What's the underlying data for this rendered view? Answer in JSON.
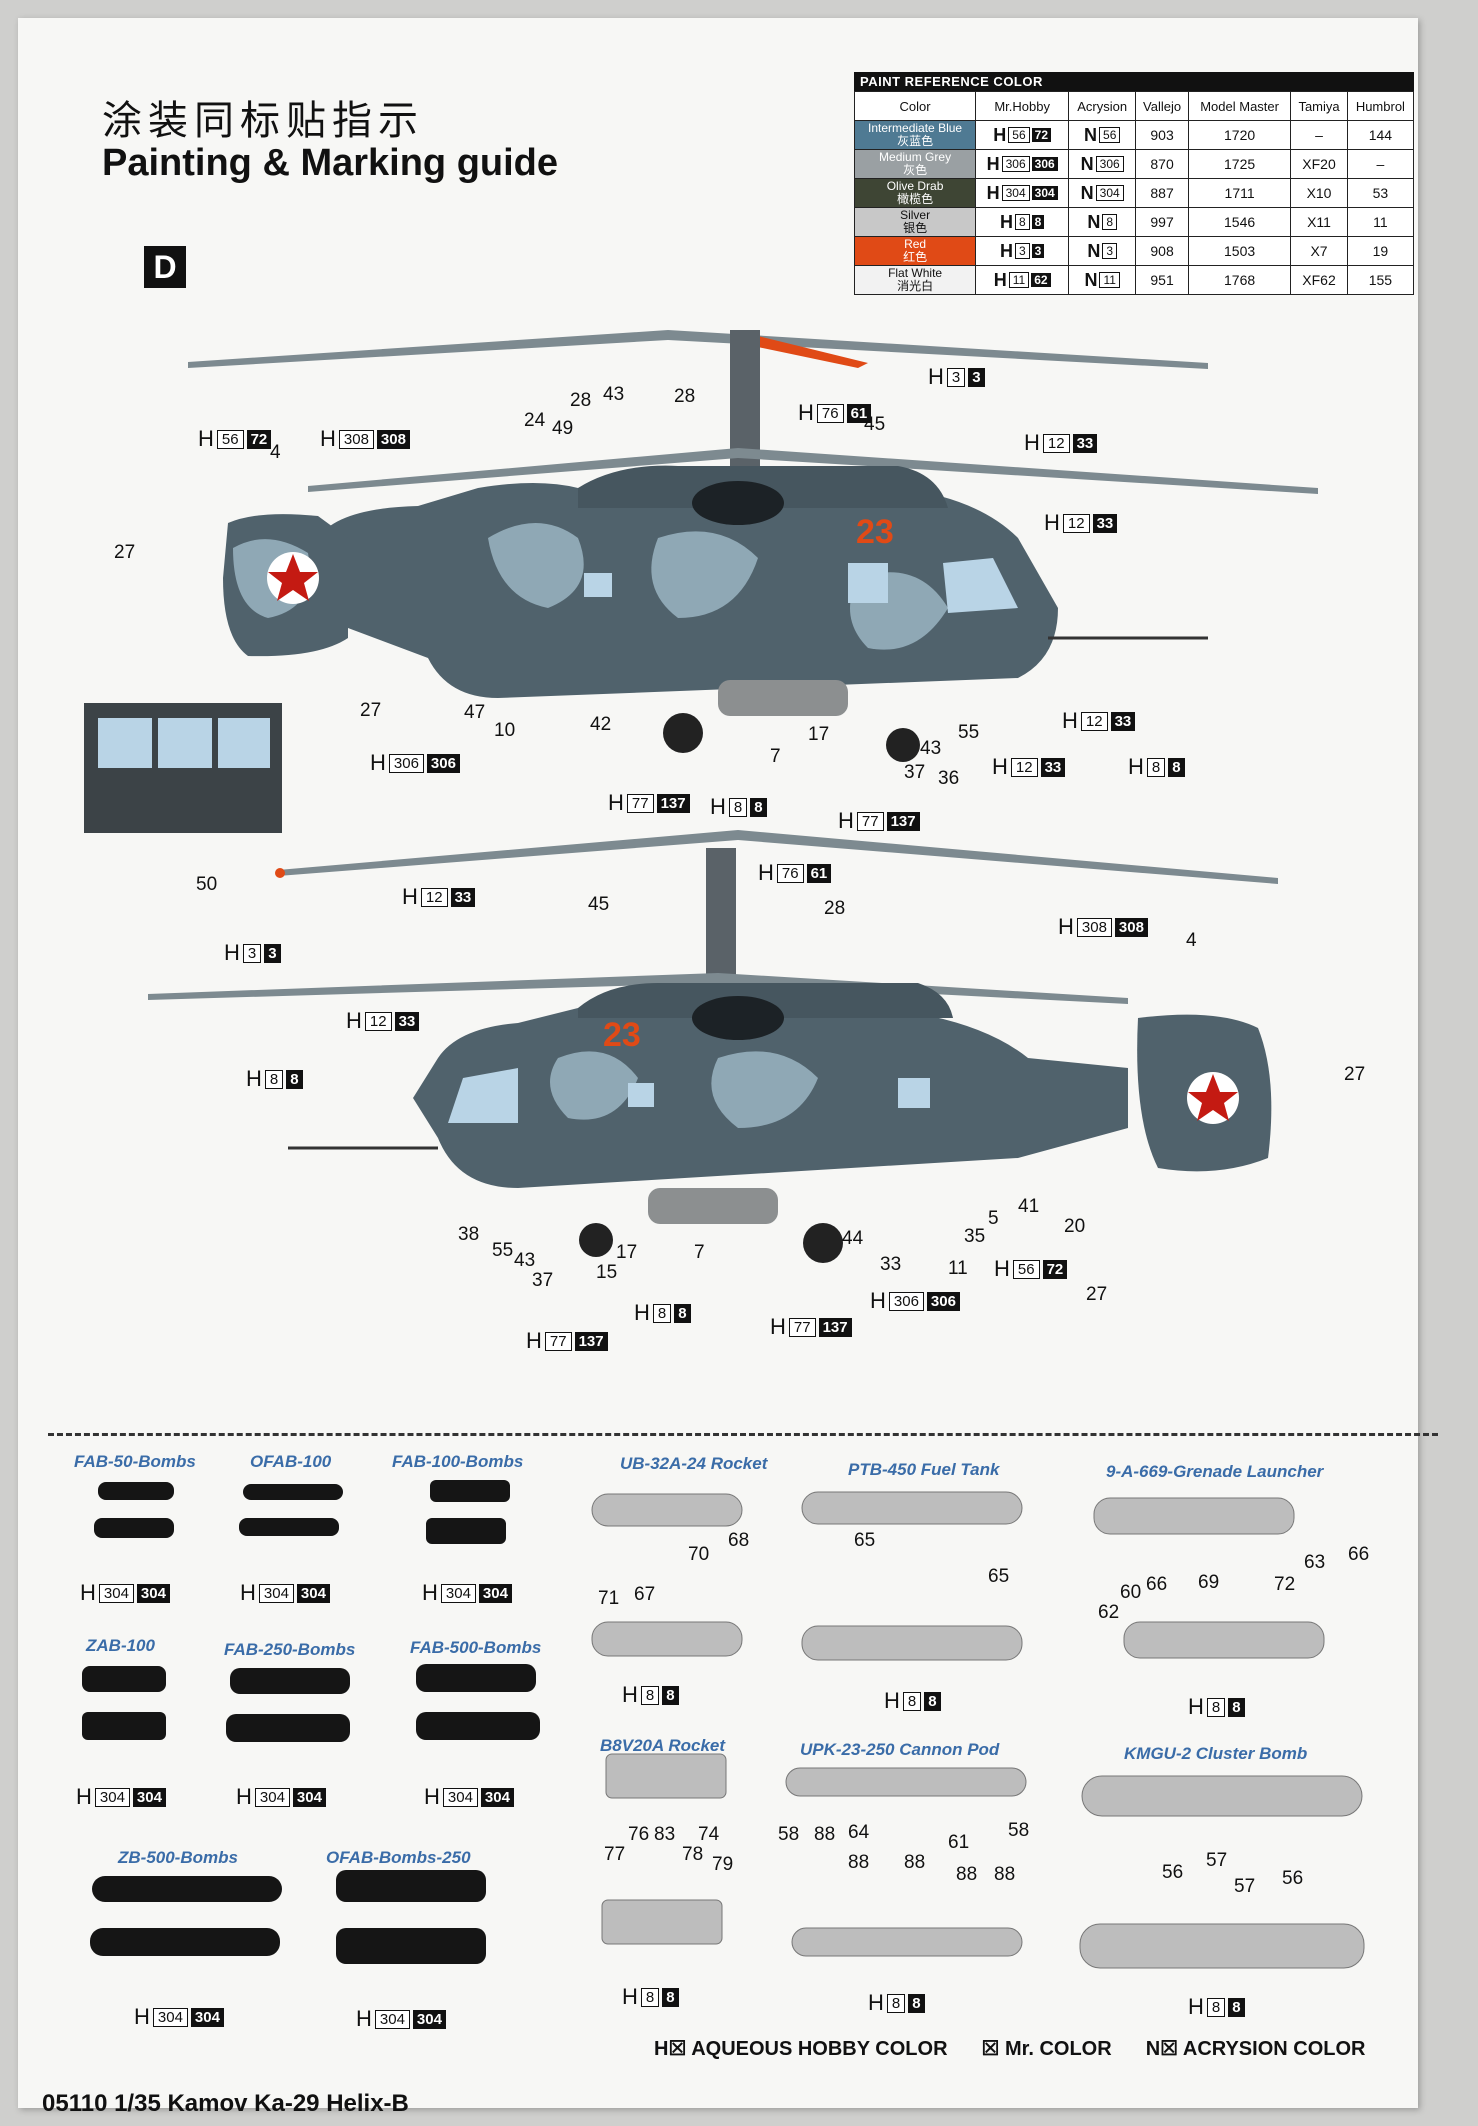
{
  "header": {
    "title_cn": "涂装同标贴指示",
    "title_en": "Painting & Marking guide",
    "variant": "D"
  },
  "paint_table": {
    "title": "PAINT REFERENCE COLOR",
    "columns": [
      "Color",
      "Mr.Hobby",
      "Acrysion",
      "Vallejo",
      "Model Master",
      "Tamiya",
      "Humbrol"
    ],
    "rows": [
      {
        "name": "Intermediate Blue",
        "name_cn": "灰蓝色",
        "color": "#4f7a93",
        "h_w": "56",
        "h_b": "72",
        "n": "56",
        "vallejo": "903",
        "mm": "1720",
        "tamiya": "–",
        "humbrol": "144"
      },
      {
        "name": "Medium Grey",
        "name_cn": "灰色",
        "color": "#9aa0a3",
        "h_w": "306",
        "h_b": "306",
        "n": "306",
        "vallejo": "870",
        "mm": "1725",
        "tamiya": "XF20",
        "humbrol": "–"
      },
      {
        "name": "Olive Drab",
        "name_cn": "橄榄色",
        "color": "#3e4534",
        "h_w": "304",
        "h_b": "304",
        "n": "304",
        "vallejo": "887",
        "mm": "1711",
        "tamiya": "X10",
        "humbrol": "53"
      },
      {
        "name": "Silver",
        "name_cn": "银色",
        "color": "#c8c8c8",
        "h_w": "8",
        "h_b": "8",
        "n": "8",
        "vallejo": "997",
        "mm": "1546",
        "tamiya": "X11",
        "humbrol": "11"
      },
      {
        "name": "Red",
        "name_cn": "红色",
        "color": "#e04a16",
        "h_w": "3",
        "h_b": "3",
        "n": "3",
        "vallejo": "908",
        "mm": "1503",
        "tamiya": "X7",
        "humbrol": "19"
      },
      {
        "name": "Flat White",
        "name_cn": "消光白",
        "color": "#f2f2f2",
        "h_w": "11",
        "h_b": "62",
        "n": "11",
        "vallejo": "951",
        "mm": "1768",
        "tamiya": "XF62",
        "humbrol": "155"
      }
    ]
  },
  "side1": {
    "chips": [
      {
        "w": "3",
        "b": "3"
      },
      {
        "w": "76",
        "b": "61"
      },
      {
        "w": "56",
        "b": "72"
      },
      {
        "w": "308",
        "b": "308"
      },
      {
        "w": "12",
        "b": "33"
      },
      {
        "w": "12",
        "b": "33"
      },
      {
        "w": "12",
        "b": "33"
      },
      {
        "w": "306",
        "b": "306"
      },
      {
        "w": "12",
        "b": "33"
      },
      {
        "w": "8",
        "b": "8"
      },
      {
        "w": "77",
        "b": "137"
      },
      {
        "w": "8",
        "b": "8"
      },
      {
        "w": "77",
        "b": "137"
      }
    ],
    "numbers": [
      "28",
      "43",
      "28",
      "24",
      "49",
      "45",
      "4",
      "27",
      "27",
      "47",
      "10",
      "42",
      "7",
      "17",
      "43",
      "37",
      "36",
      "55",
      "50"
    ],
    "fuselage_number": "23"
  },
  "side2": {
    "chips": [
      {
        "w": "76",
        "b": "61"
      },
      {
        "w": "12",
        "b": "33"
      },
      {
        "w": "3",
        "b": "3"
      },
      {
        "w": "308",
        "b": "308"
      },
      {
        "w": "12",
        "b": "33"
      },
      {
        "w": "8",
        "b": "8"
      },
      {
        "w": "56",
        "b": "72"
      },
      {
        "w": "306",
        "b": "306"
      },
      {
        "w": "77",
        "b": "137"
      },
      {
        "w": "8",
        "b": "8"
      },
      {
        "w": "77",
        "b": "137"
      }
    ],
    "numbers": [
      "28",
      "45",
      "4",
      "27",
      "38",
      "55",
      "43",
      "37",
      "15",
      "17",
      "7",
      "44",
      "33",
      "11",
      "35",
      "5",
      "41",
      "20",
      "27"
    ],
    "fuselage_number": "23"
  },
  "weapons": [
    {
      "name": "FAB-50-Bombs",
      "chip_w": "304",
      "chip_b": "304"
    },
    {
      "name": "OFAB-100",
      "chip_w": "304",
      "chip_b": "304"
    },
    {
      "name": "FAB-100-Bombs",
      "chip_w": "304",
      "chip_b": "304"
    },
    {
      "name": "ZAB-100",
      "chip_w": "304",
      "chip_b": "304"
    },
    {
      "name": "FAB-250-Bombs",
      "chip_w": "304",
      "chip_b": "304"
    },
    {
      "name": "FAB-500-Bombs",
      "chip_w": "304",
      "chip_b": "304"
    },
    {
      "name": "ZB-500-Bombs",
      "chip_w": "304",
      "chip_b": "304"
    },
    {
      "name": "OFAB-Bombs-250",
      "chip_w": "304",
      "chip_b": "304"
    },
    {
      "name": "UB-32A-24 Rocket",
      "chip_w": "8",
      "chip_b": "8"
    },
    {
      "name": "PTB-450 Fuel Tank",
      "chip_w": "8",
      "chip_b": "8"
    },
    {
      "name": "9-A-669-Grenade Launcher",
      "chip_w": "8",
      "chip_b": "8"
    },
    {
      "name": "B8V20A Rocket",
      "chip_w": "8",
      "chip_b": "8"
    },
    {
      "name": "UPK-23-250 Cannon Pod",
      "chip_w": "8",
      "chip_b": "8"
    },
    {
      "name": "KMGU-2 Cluster Bomb",
      "chip_w": "8",
      "chip_b": "8"
    }
  ],
  "weapon_numbers": [
    "71",
    "67",
    "70",
    "68",
    "65",
    "65",
    "62",
    "60",
    "66",
    "69",
    "72",
    "63",
    "66",
    "77",
    "76",
    "83",
    "74",
    "78",
    "79",
    "58",
    "88",
    "64",
    "58",
    "88",
    "88",
    "61",
    "88",
    "88",
    "56",
    "57",
    "57",
    "56"
  ],
  "legend": {
    "aqueous": "AQUEOUS HOBBY COLOR",
    "mr_color": "Mr. COLOR",
    "acrysion": "ACRYSION COLOR"
  },
  "footer": "05110 1/35 Kamov Ka-29 Helix-B",
  "colors": {
    "camo_dark": "#3f5663",
    "camo_light": "#8fa8b5",
    "red": "#e04a16"
  }
}
